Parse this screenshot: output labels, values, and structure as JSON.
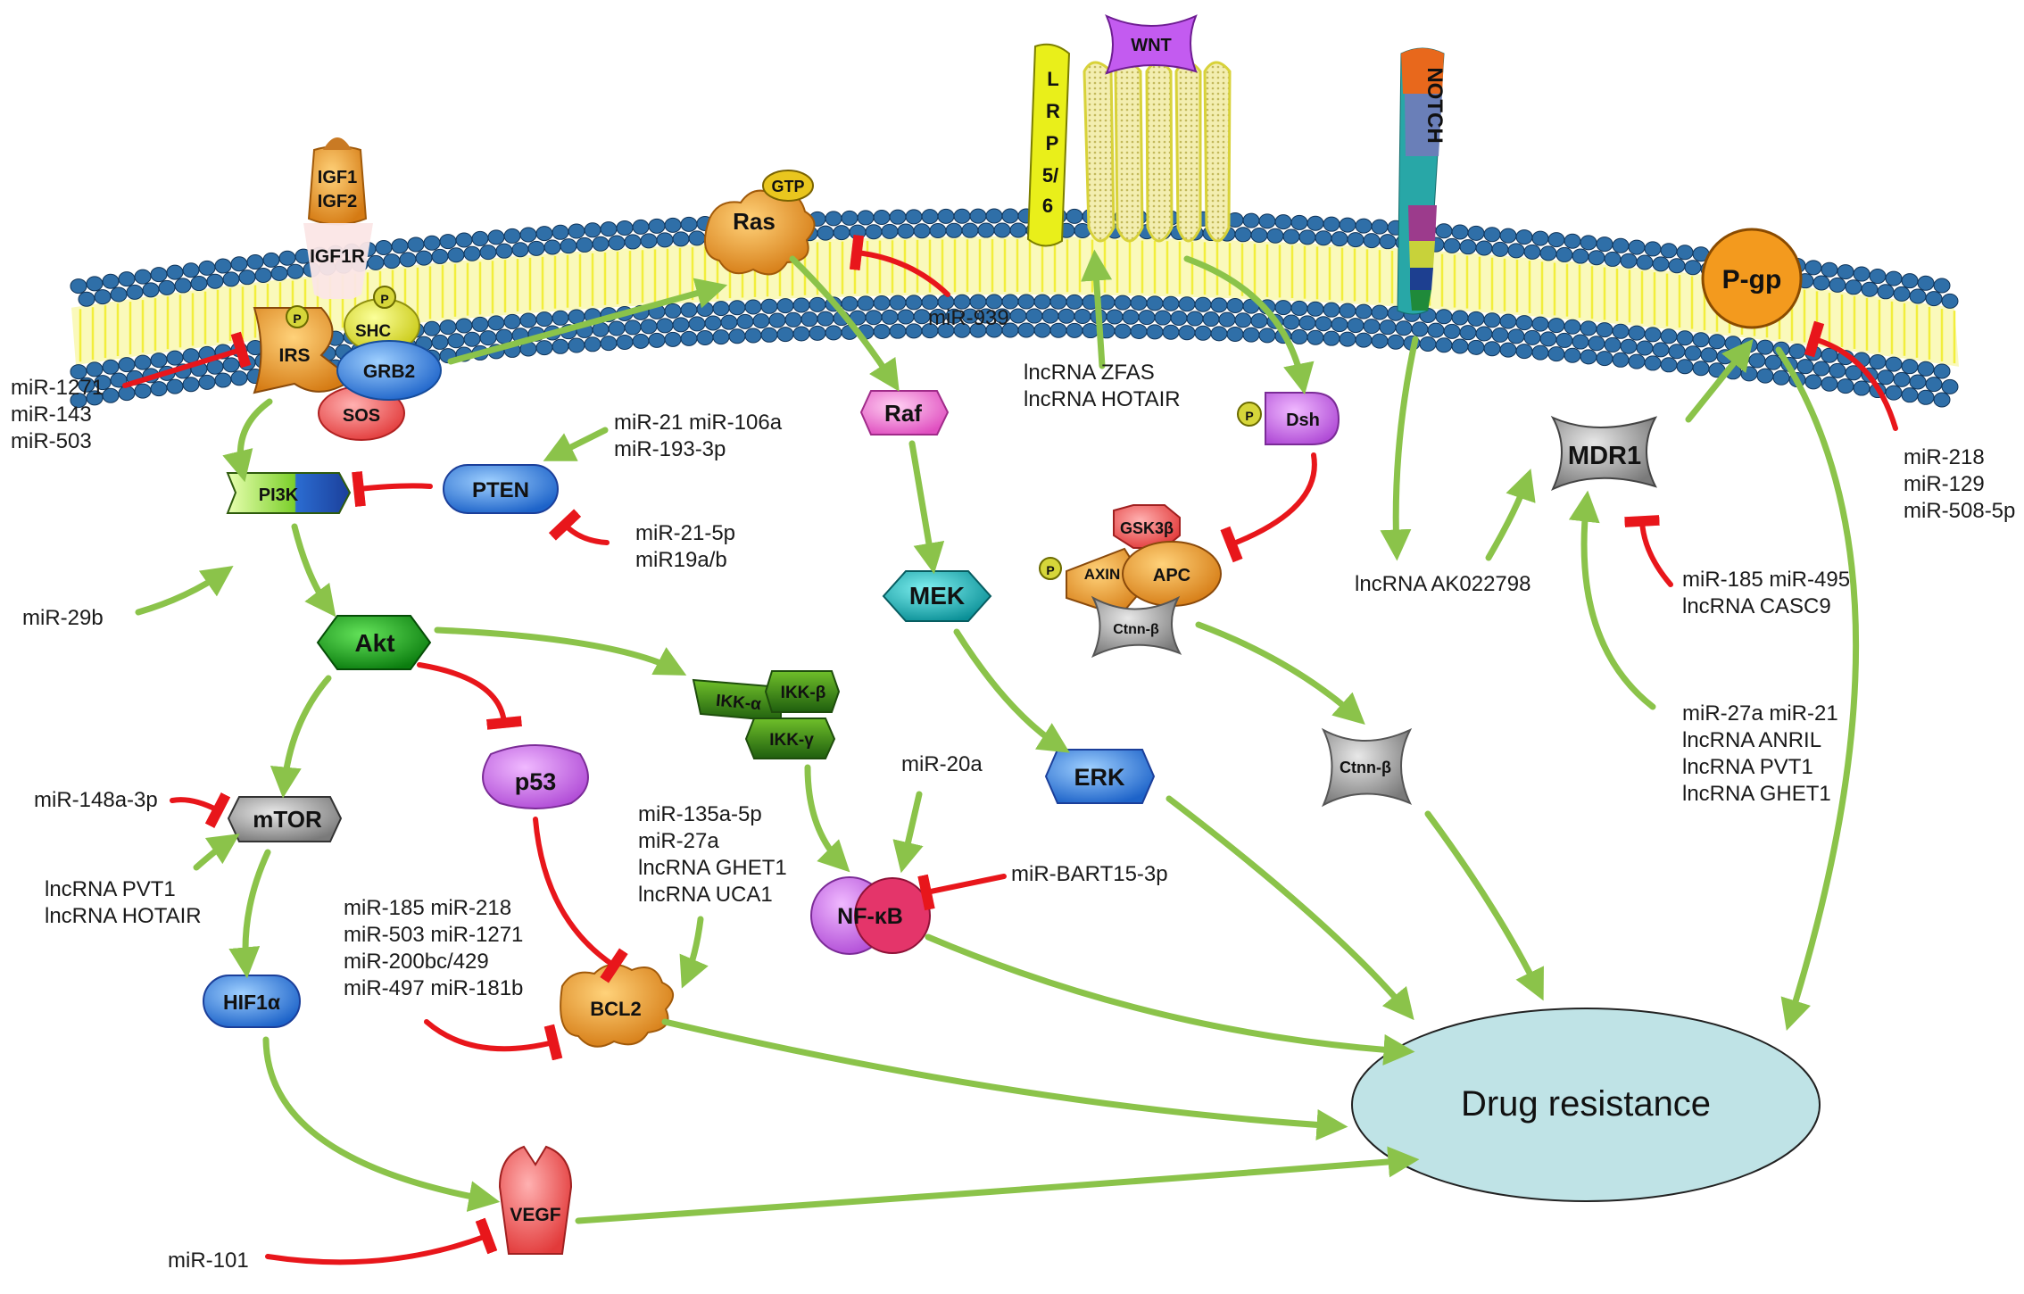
{
  "colors": {
    "activate": "#8bc34a",
    "inhibit": "#e8161b",
    "membrane_head": "#2f6fa8",
    "membrane_tail": "#f2ee3c",
    "outcome_fill": "#bfe3e6"
  },
  "nodes": {
    "igf1": "IGF1",
    "igf2": "IGF2",
    "igf1r": "IGF1R",
    "irs": "IRS",
    "shc": "SHC",
    "grb2": "GRB2",
    "sos": "SOS",
    "p": "P",
    "ras": "Ras",
    "gtp": "GTP",
    "wnt": "WNT",
    "lrp": [
      "L",
      "R",
      "P",
      "5/",
      "6"
    ],
    "notch": "NOTCH",
    "pgp": "P-gp",
    "pi3k": "PI3K",
    "pten": "PTEN",
    "raf": "Raf",
    "dsh": "Dsh",
    "mek": "MEK",
    "gsk3b": "GSK3β",
    "axin": "AXIN",
    "apc": "APC",
    "ctnnb": "Ctnn-β",
    "mdr1": "MDR1",
    "akt": "Akt",
    "ikka": "IKK-α",
    "ikkb": "IKK-β",
    "ikkg": "IKK-γ",
    "p53": "p53",
    "erk": "ERK",
    "mtor": "mTOR",
    "nfkb": "NF-κB",
    "hif1a": "HIF1α",
    "bcl2": "BCL2",
    "vegf": "VEGF",
    "drug_resistance": "Drug resistance"
  },
  "regulators": {
    "irs_inh": [
      "miR-1271",
      "miR-143",
      "miR-503"
    ],
    "ras_inh": [
      "miR-939"
    ],
    "lrp_act": [
      "lncRNA ZFAS",
      "lncRNA HOTAIR"
    ],
    "pten_act": [
      "miR-21 miR-106a",
      "miR-193-3p"
    ],
    "pten_inh": [
      "miR-21-5p",
      "miR19a/b"
    ],
    "pi3k_act": [
      "miR-29b"
    ],
    "pgp_inh": [
      "miR-218",
      "miR-129",
      "miR-508-5p"
    ],
    "mdr1_inh": [
      "miR-185 miR-495",
      "lncRNA CASC9"
    ],
    "mdr1_act_ak": [
      "lncRNA AK022798"
    ],
    "mdr1_act": [
      "miR-27a miR-21",
      "lncRNA ANRIL",
      "lncRNA PVT1",
      "lncRNA GHET1"
    ],
    "mtor_inh": [
      "miR-148a-3p"
    ],
    "mtor_act": [
      "lncRNA PVT1",
      "lncRNA HOTAIR"
    ],
    "nfkb_act": [
      "miR-20a"
    ],
    "nfkb_inh": [
      "miR-BART15-3p"
    ],
    "bcl2_act": [
      "miR-135a-5p",
      "miR-27a",
      "lncRNA GHET1",
      "lncRNA UCA1"
    ],
    "bcl2_inh": [
      "miR-185 miR-218",
      "miR-503 miR-1271",
      "miR-200bc/429",
      "miR-497 miR-181b"
    ],
    "vegf_inh": [
      "miR-101"
    ]
  }
}
